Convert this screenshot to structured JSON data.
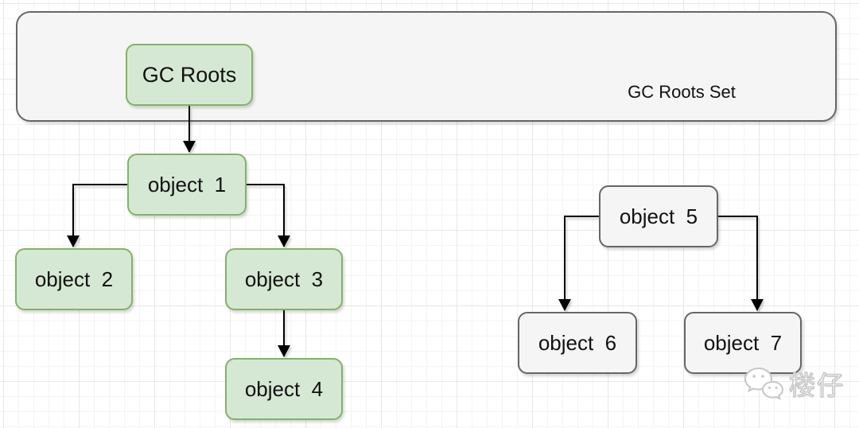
{
  "diagram": {
    "container": {
      "label": "GC Roots Set"
    },
    "nodes": {
      "gc_roots": {
        "label": "GC Roots",
        "style": "green"
      },
      "object1": {
        "label": "object  1",
        "style": "green"
      },
      "object2": {
        "label": "object  2",
        "style": "green"
      },
      "object3": {
        "label": "object  3",
        "style": "green"
      },
      "object4": {
        "label": "object  4",
        "style": "green"
      },
      "object5": {
        "label": "object  5",
        "style": "gray"
      },
      "object6": {
        "label": "object  6",
        "style": "gray"
      },
      "object7": {
        "label": "object  7",
        "style": "gray"
      }
    },
    "edges": [
      {
        "from": "gc_roots",
        "to": "object1"
      },
      {
        "from": "object1",
        "to": "object2"
      },
      {
        "from": "object1",
        "to": "object3"
      },
      {
        "from": "object3",
        "to": "object4"
      },
      {
        "from": "object5",
        "to": "object6"
      },
      {
        "from": "object5",
        "to": "object7"
      }
    ],
    "colors": {
      "reachable_fill": "#d5e8d4",
      "reachable_stroke": "#82b366",
      "unreachable_fill": "#f5f5f5",
      "unreachable_stroke": "#666666",
      "edge": "#000000"
    }
  },
  "watermark": {
    "text": "楼仔",
    "icon": "wechat-icon"
  }
}
